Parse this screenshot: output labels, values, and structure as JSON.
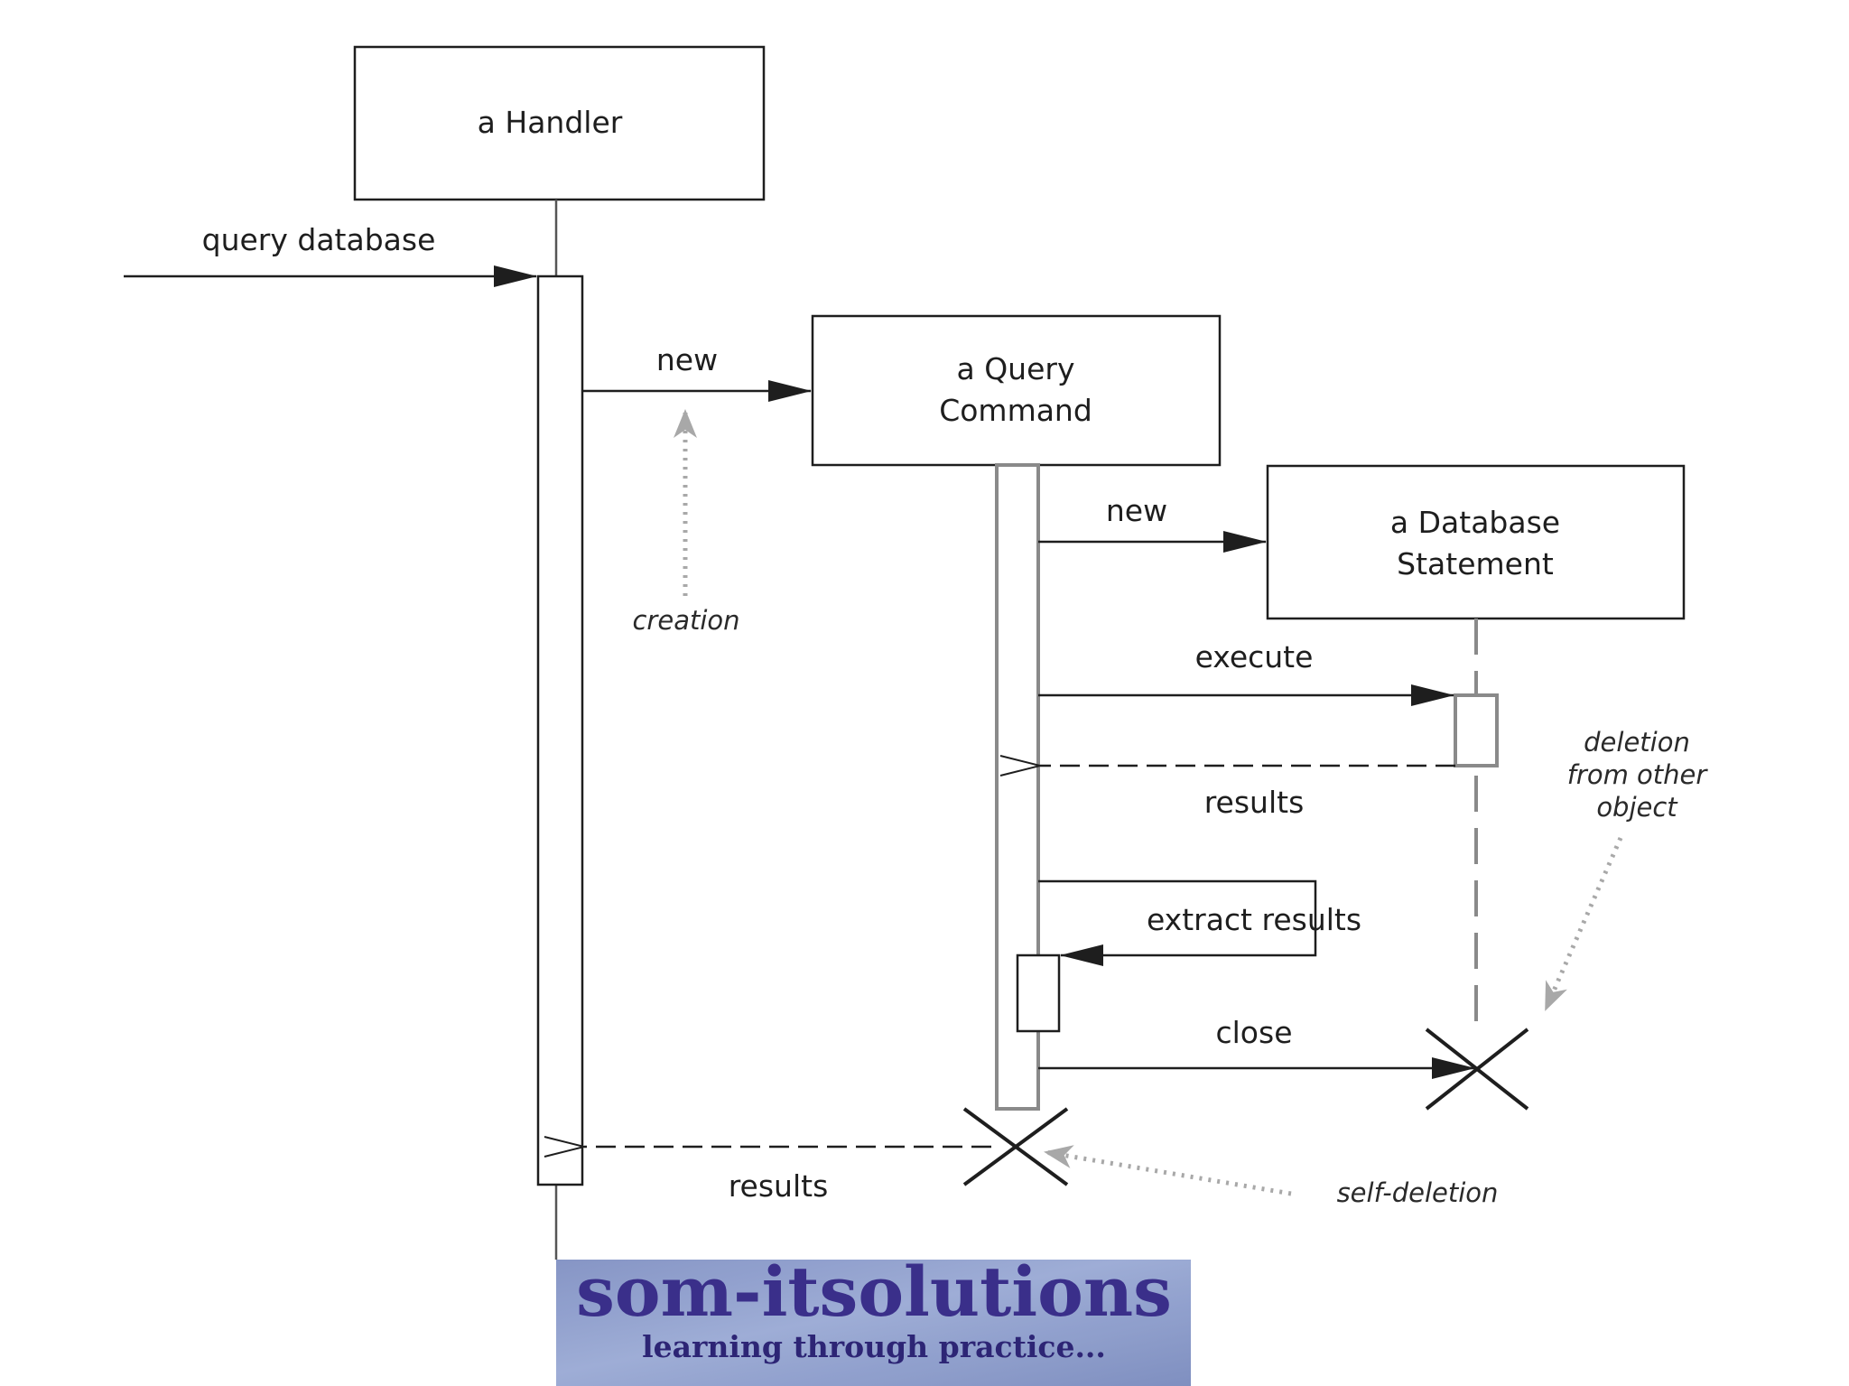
{
  "participants": {
    "handler": "a Handler",
    "query_command": [
      "a Query",
      "Command"
    ],
    "database_statement": [
      "a Database",
      "Statement"
    ]
  },
  "messages": {
    "query_database": "query database",
    "new_query_command": "new",
    "new_database_statement": "new",
    "execute": "execute",
    "results_from_statement": "results",
    "extract_results": "extract results",
    "close": "close",
    "results_to_handler": "results"
  },
  "annotations": {
    "creation": "creation",
    "deletion_from_other_object": [
      "deletion",
      "from other",
      "object"
    ],
    "self_deletion": "self-deletion"
  },
  "banner": {
    "title": "som-itsolutions",
    "subtitle": "learning through practice..."
  },
  "colors": {
    "line": "#1e1e1e",
    "lifeline_gray": "#8a8a8a",
    "note_arrow": "#a8a8a8",
    "banner_bg": "#8796c4",
    "banner_text": "#3a2f8a"
  }
}
